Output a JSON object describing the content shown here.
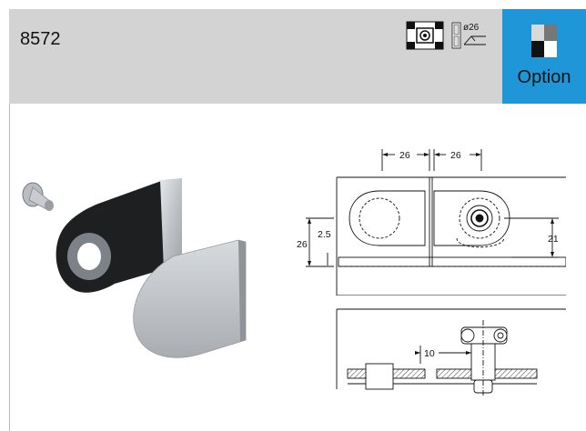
{
  "header": {
    "code": "8572",
    "option_label": "Option",
    "diameter_label": "ø26",
    "accent_color": "#1e96d8",
    "bg_color": "#d3d3d3"
  },
  "icons": [
    "glass-mount-icon",
    "diameter-icon",
    "option-squares-icon"
  ],
  "drawing": {
    "dims_top": [
      "26",
      "26"
    ],
    "dim_left_outer": "26",
    "dim_left_inner": "2.5",
    "dim_right": "21",
    "dim_bottom": "10"
  }
}
